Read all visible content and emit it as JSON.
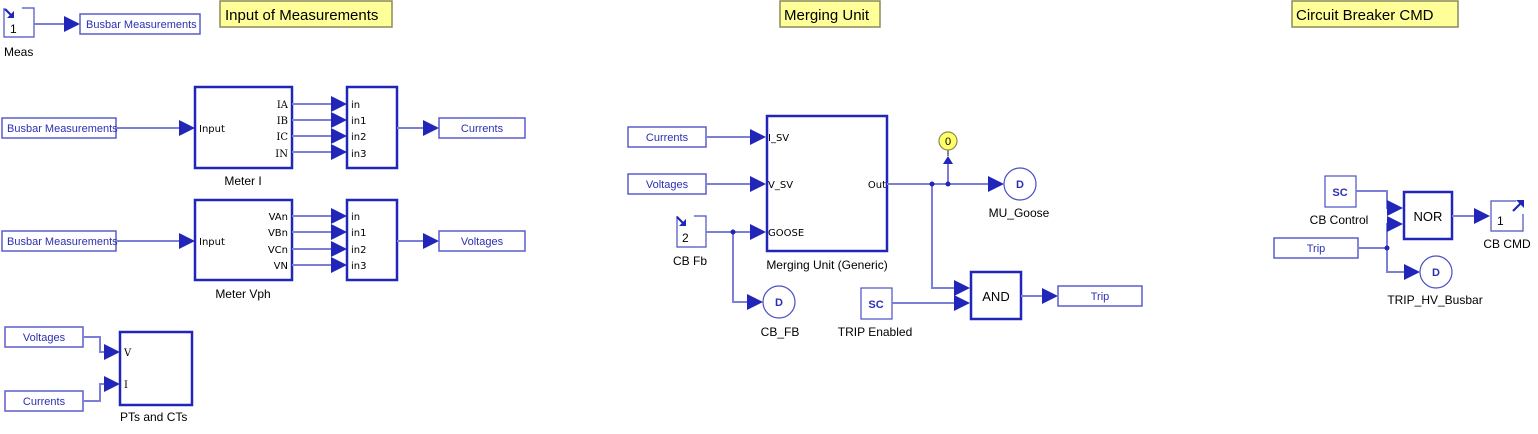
{
  "annotations": {
    "input_of_measurements": "Input of Measurements",
    "merging_unit": "Merging Unit",
    "circuit_breaker_cmd": "Circuit Breaker CMD"
  },
  "inport_meas": {
    "number": "1",
    "label": "Meas"
  },
  "goto_busbar": {
    "text": "Busbar Measurements"
  },
  "meter_i": {
    "label": "Meter I",
    "from_text": "Busbar Measurements",
    "input_port": "Input",
    "outputs": [
      "IA",
      "IB",
      "IC",
      "IN"
    ],
    "mux_inputs": [
      "in",
      "in1",
      "in2",
      "in3"
    ],
    "goto_text": "Currents"
  },
  "meter_vph": {
    "label": "Meter Vph",
    "from_text": "Busbar Measurements",
    "input_port": "Input",
    "outputs": [
      "VAn",
      "VBn",
      "VCn",
      "VN"
    ],
    "mux_inputs": [
      "in",
      "in1",
      "in2",
      "in3"
    ],
    "goto_text": "Voltages"
  },
  "pts_cts": {
    "label": "PTs and CTs",
    "from_voltages": "Voltages",
    "from_currents": "Currents",
    "ports": [
      "V",
      "I"
    ]
  },
  "merging": {
    "label": "Merging Unit (Generic)",
    "from_currents": "Currents",
    "from_voltages": "Voltages",
    "ports_in": [
      "I_SV",
      "V_SV",
      "GOOSE"
    ],
    "port_out": "Out",
    "inport_cbfb": {
      "number": "2",
      "label": "CB Fb"
    },
    "display_value": "0",
    "mu_goose": {
      "glyph": "D",
      "label": "MU_Goose"
    },
    "cb_fb": {
      "glyph": "D",
      "label": "CB_FB"
    },
    "trip_enabled": {
      "glyph": "SC",
      "label": "TRIP Enabled"
    },
    "and_gate": "AND",
    "goto_trip": "Trip"
  },
  "cb_cmd": {
    "cb_control": {
      "glyph": "SC",
      "label": "CB Control"
    },
    "from_trip": "Trip",
    "nor_gate": "NOR",
    "outport": {
      "number": "1",
      "label": "CB CMD"
    },
    "trip_hv": {
      "glyph": "D",
      "label": "TRIP_HV_Busbar"
    }
  }
}
